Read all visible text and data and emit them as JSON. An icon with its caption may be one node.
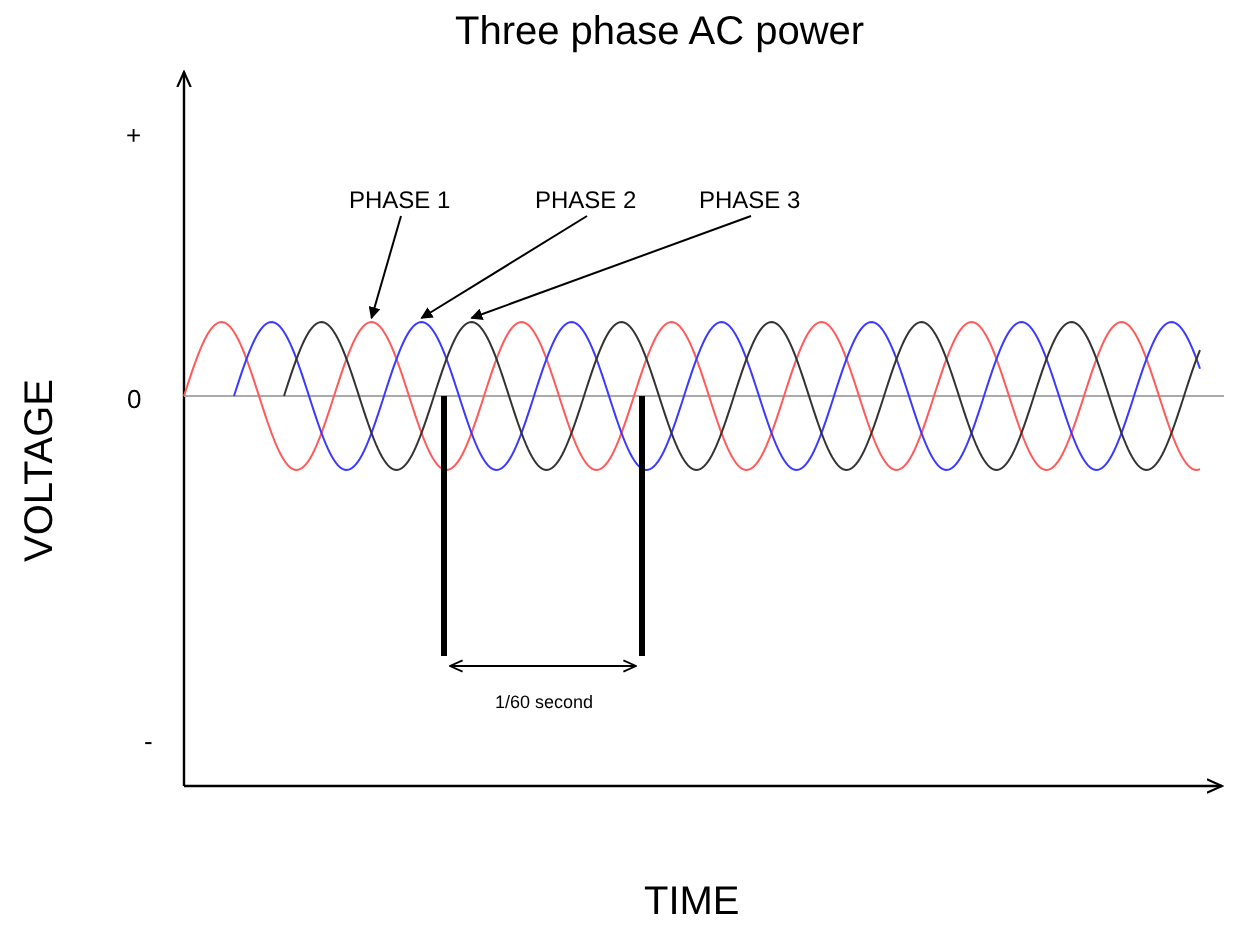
{
  "diagram": {
    "title": "Three phase AC power",
    "nodes": [
      {
        "text": [
          "PHASE 1"
        ]
      },
      {
        "text": [
          "PHASE 2"
        ]
      },
      {
        "text": [
          "PHASE 3"
        ]
      },
      {
        "text": [],
        "shape": "wave"
      },
      {
        "text": [],
        "shape": "wave"
      },
      {
        "text": [],
        "shape": "wave"
      }
    ],
    "edges": [
      {
        "from": 0,
        "to": 3,
        "arrow": "to"
      },
      {
        "from": 1,
        "to": 4,
        "arrow": "to"
      },
      {
        "from": 2,
        "to": 5,
        "arrow": "to"
      }
    ],
    "labels": [
      "+",
      "0",
      "VOLTAGE",
      "1/60 second",
      "-",
      "TIME"
    ]
  }
}
